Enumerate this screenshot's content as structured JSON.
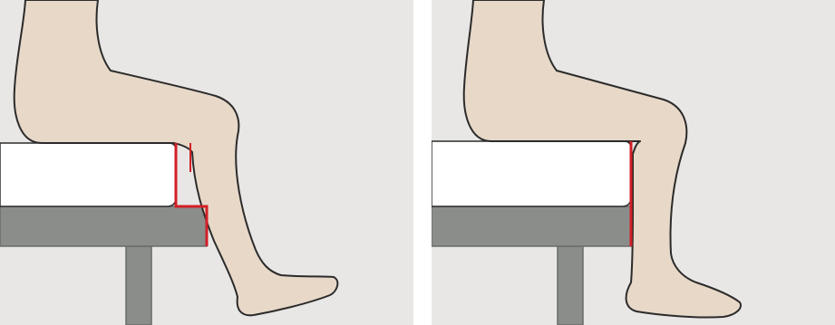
{
  "colors": {
    "background": "#e9e7e5",
    "skin": "#e7d8c8",
    "outline": "#2b2b2b",
    "cushion": "#ffffff",
    "bench": "#8b8d8b",
    "bench_edge": "#6a6c6a",
    "indicator": "#d21f26",
    "divider": "#ffffff"
  },
  "panels": [
    {
      "id": "left",
      "variant": "offset-edge"
    },
    {
      "id": "right",
      "variant": "flush-edge"
    }
  ]
}
